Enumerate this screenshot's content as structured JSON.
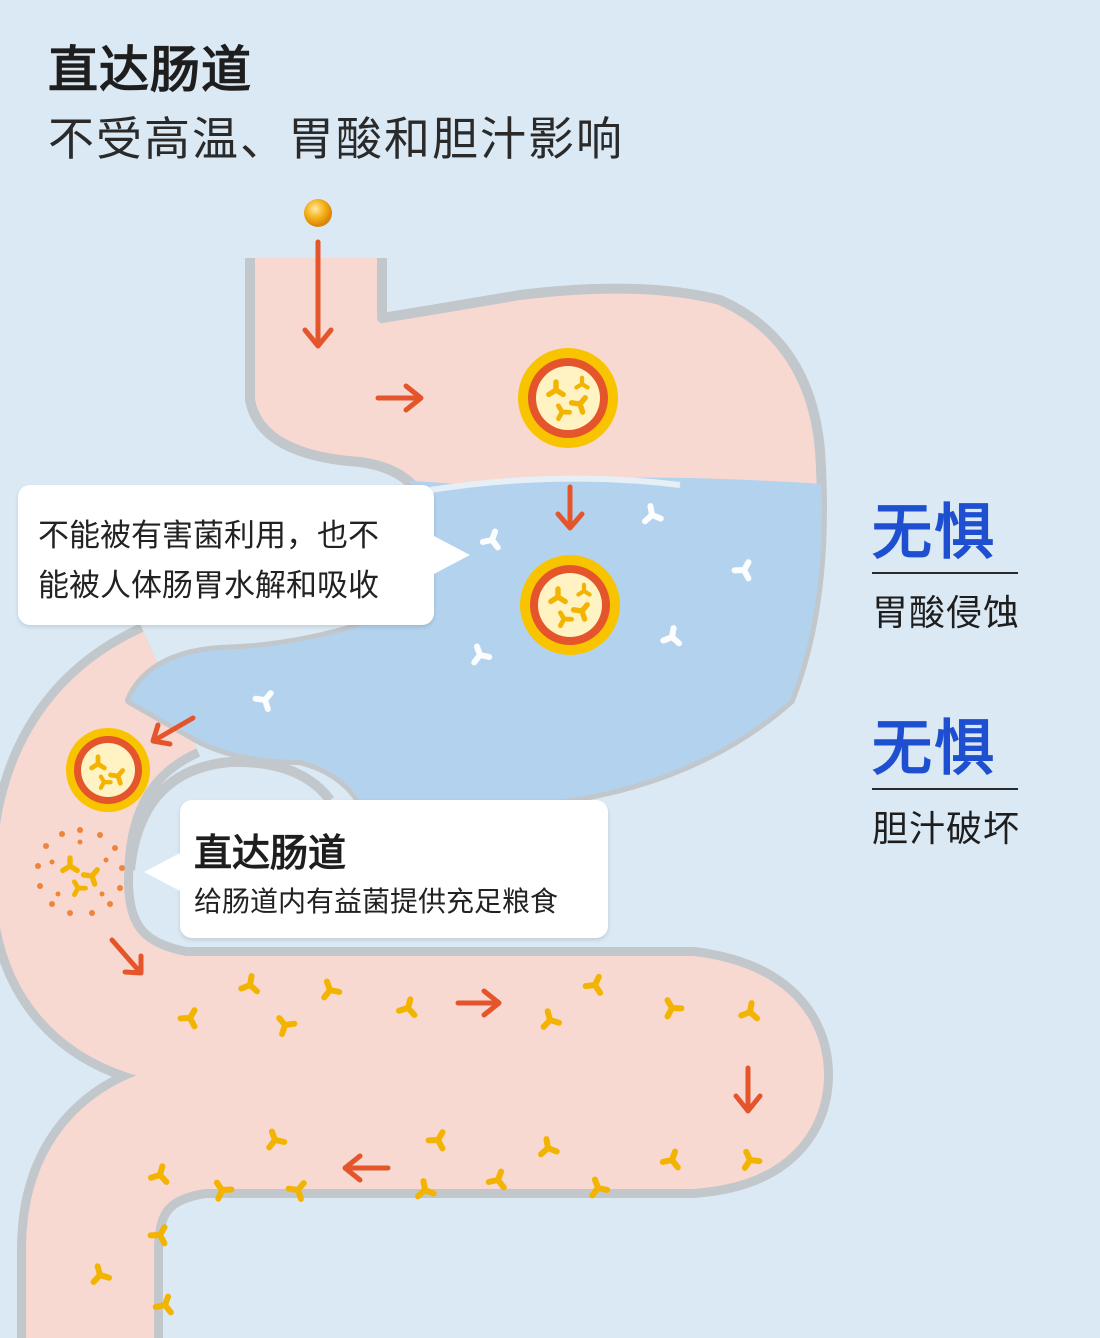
{
  "header": {
    "title": "直达肠道",
    "subtitle": "不受高温、胃酸和胆汁影响"
  },
  "callouts": {
    "stomach_note_line1": "不能被有害菌利用，也不",
    "stomach_note_line2": "能被人体肠胃水解和吸收",
    "intestine_title": "直达肠道",
    "intestine_text": "给肠道内有益菌提供充足粮食"
  },
  "features": [
    {
      "big": "无惧",
      "small": "胃酸侵蚀"
    },
    {
      "big": "无惧",
      "small": "胆汁破坏"
    }
  ],
  "colors": {
    "background": "#dbe9f4",
    "organ_fill": "#f8d9d2",
    "acid_fill": "#b3d2ee",
    "organ_wall": "#c2c7cc",
    "arrow": "#e4552c",
    "capsule": "#f5b800",
    "accent_text": "#1f4fd1"
  },
  "icons": [
    "capsule-bead-icon",
    "flow-arrow-icon",
    "bacteria-icon",
    "prebiotic-capsule-icon",
    "burst-capsule-icon"
  ]
}
